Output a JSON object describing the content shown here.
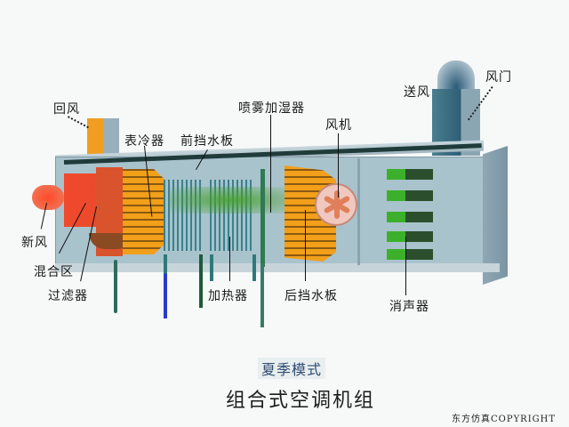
{
  "title": {
    "mode": "夏季模式",
    "main": "组合式空调机组",
    "copyright": "东方仿真COPYRIGHT"
  },
  "labels": {
    "return_air": "回风",
    "fresh_air": "新风",
    "mixing_zone": "混合区",
    "filter": "过滤器",
    "cooling_coil": "表冷器",
    "front_eliminator": "前挡水板",
    "spray_humidifier": "喷雾加湿器",
    "heater": "加热器",
    "fan": "风机",
    "rear_eliminator": "后挡水板",
    "silencer": "消声器",
    "supply_air": "送风",
    "damper": "风门"
  },
  "colors": {
    "housing": "#a9c3cd",
    "roof_line": "#1f3b3a",
    "fresh_air": "#f0492d",
    "coil": "#f29f1a",
    "mist": "#46a028",
    "silencer": "#3cb02a",
    "supply_plume": "#2a5a78",
    "subtitle": "#2d4b73"
  }
}
